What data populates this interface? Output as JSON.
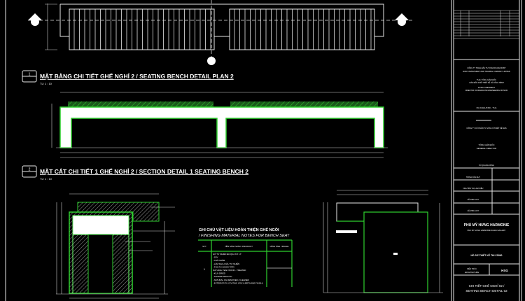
{
  "colors": {
    "background": "#000000",
    "linework": "#e8e8e8",
    "green": "#2fd12f",
    "hatch": "#9a9a9a"
  },
  "drawing": {
    "plan": {
      "number": "1",
      "title": "MẶT BẰNG CHI TIẾT GHẾ NGHỈ 2 / SEATING BENCH DETAIL PLAN 2",
      "scale": "TL/ 1 : 10"
    },
    "section": {
      "number": "2",
      "title": "MẶT CẮT CHI TIẾT 1 GHẾ NGHỈ 2 / SECTION DETAIL 1 SEATING BENCH 2",
      "scale": "TL/ 1 : 10"
    },
    "notes": {
      "title_vi": "GHI CHÚ VẬT LIỆU HOÀN THIỆN GHẾ NGỒI",
      "title_en": "/ FINISHING MATERIAL NOTES FOR BENCH SEAT",
      "headers": [
        "STT",
        "TÊN SẢN PHẨM / PRODUCT",
        "HÌNH ẢNH / IMAGE"
      ],
      "rows": [
        {
          "stt": "1",
          "lines": [
            "GỖ TỰ NHIÊN ĐÃ QUA XỬ LÝ:",
            "- SẤY",
            "- CHÀ NHÁM",
            "- LÀM SẠCH DẦU TỰ NHIÊN",
            "- PHỦ PU NGOÀI TRỜI",
            "NATURAL TEAK WOOD - TREATED",
            "- KILN DRIED",
            "- SANDED SMOOTH",
            "- NATURAL OIL REMOVED / CLEANED",
            "- EXTERIOR PU COATING (POLYURETHANE FINISH)"
          ]
        }
      ]
    }
  },
  "title_block": {
    "client_vi": "CÔNG TY TNHH ĐẦU TƯ KINH DOANH RUBY",
    "client_en": "RUBY INVESTMENT AND TRADING COMPANY LIMITED",
    "director_vi": "TUQ. TỔNG GIÁM ĐỐC",
    "director_role_vi": "GIÁM ĐỐC KHỐI THIẾT KẾ VÀ CÔNG TRÌNH",
    "director_en": "P.P.BO. PRESIDENT",
    "director_role_en": "DIRECTOR OF DESIGN AND ENGINEERING DIVISION",
    "code": "RU.ANHL/KSD - TUA",
    "consultant": "CÔNG TY CỔ PHẦN TƯ VẤN VÀ THIẾT KẾ SHS",
    "general_director_vi": "TỔNG GIÁM ĐỐC",
    "general_director_en": "GENERAL DIRECTOR",
    "people": [
      "VŨ QUANG DŨNG",
      "TRỊNH VĂN HUY",
      "NGUYỄN THỊ LAM KIỀU",
      "LÊ MINH HUY",
      "LÊ MINH HUY"
    ],
    "project": "PHÚ MỸ HƯNG HARMONIE",
    "project_sub": "PHU MY HUNG HARMONIE SALES GALLERY",
    "stage": "HỒ SƠ THIẾT KẾ THI CÔNG",
    "discipline_vi": "KIẾN TRÚC",
    "discipline_en": "ARCHITECTURE",
    "company_code": "HSG",
    "sheet_title_vi": "CHI TIẾT GHẾ NGHỈ 02 /",
    "sheet_title_en": "SEATING BENCH DETAIL 02"
  }
}
